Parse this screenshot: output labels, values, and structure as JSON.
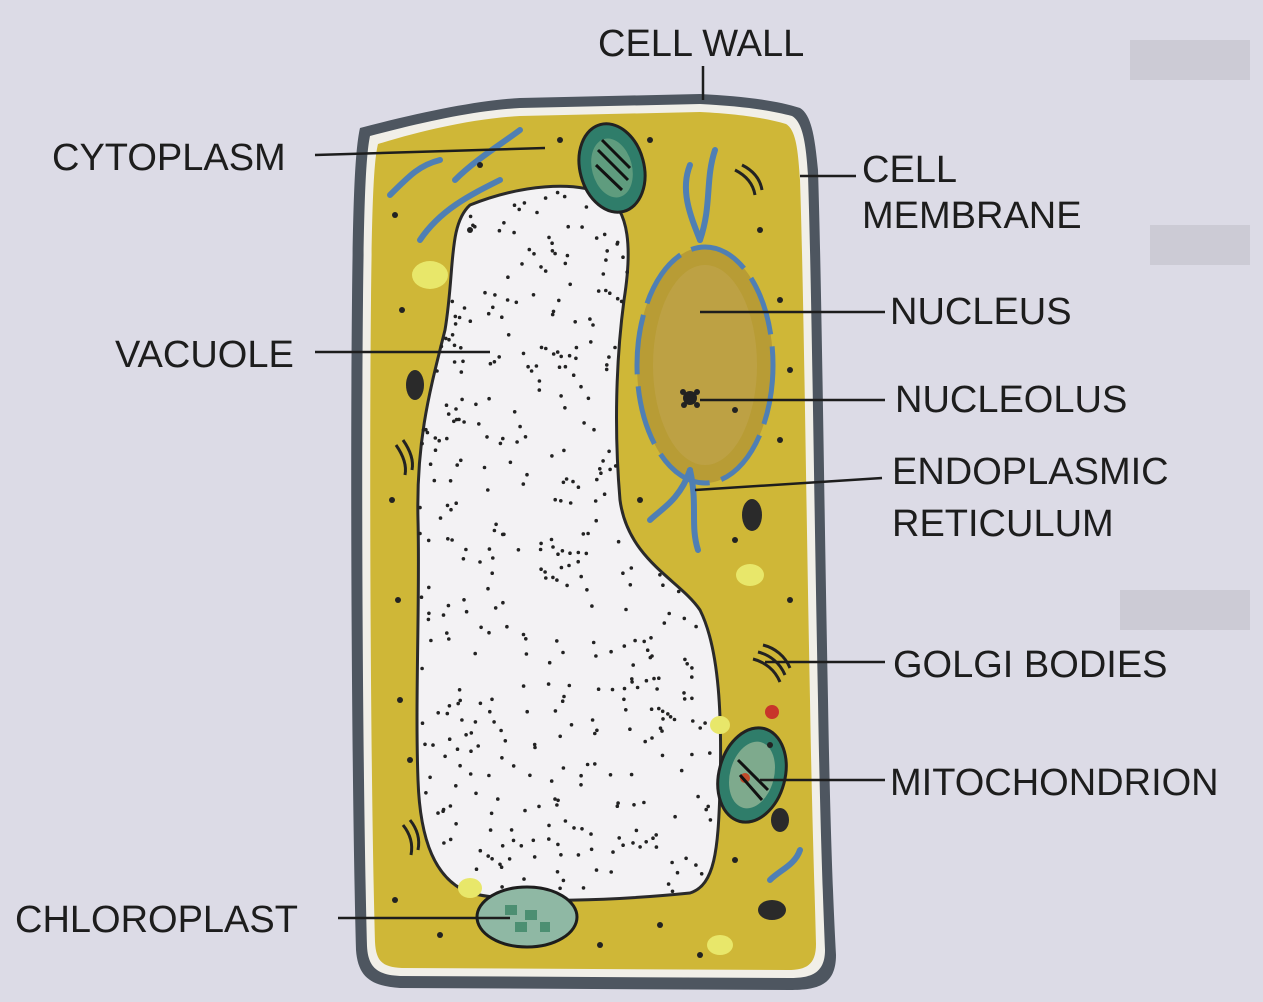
{
  "labels": {
    "cell_wall": "CELL WALL",
    "cytoplasm": "CYTOPLASM",
    "cell_membrane_line1": "CELL",
    "cell_membrane_line2": "MEMBRANE",
    "nucleus": "NUCLEUS",
    "vacuole": "VACUOLE",
    "nucleolus": "NUCLEOLUS",
    "er_line1": "ENDOPLASMIC",
    "er_line2": "RETICULUM",
    "golgi": "GOLGI BODIES",
    "mitochondrion": "MITOCHONDRION",
    "chloroplast": "CHLOROPLAST"
  },
  "colors": {
    "background": "#dcdbe6",
    "cell_wall": "#4e5660",
    "cytoplasm": "#cfb737",
    "vacuole": "#f3f2f4",
    "er": "#4f7fb4",
    "organelle_green": "#2f7d6a",
    "label_text": "#1d1d1d"
  }
}
